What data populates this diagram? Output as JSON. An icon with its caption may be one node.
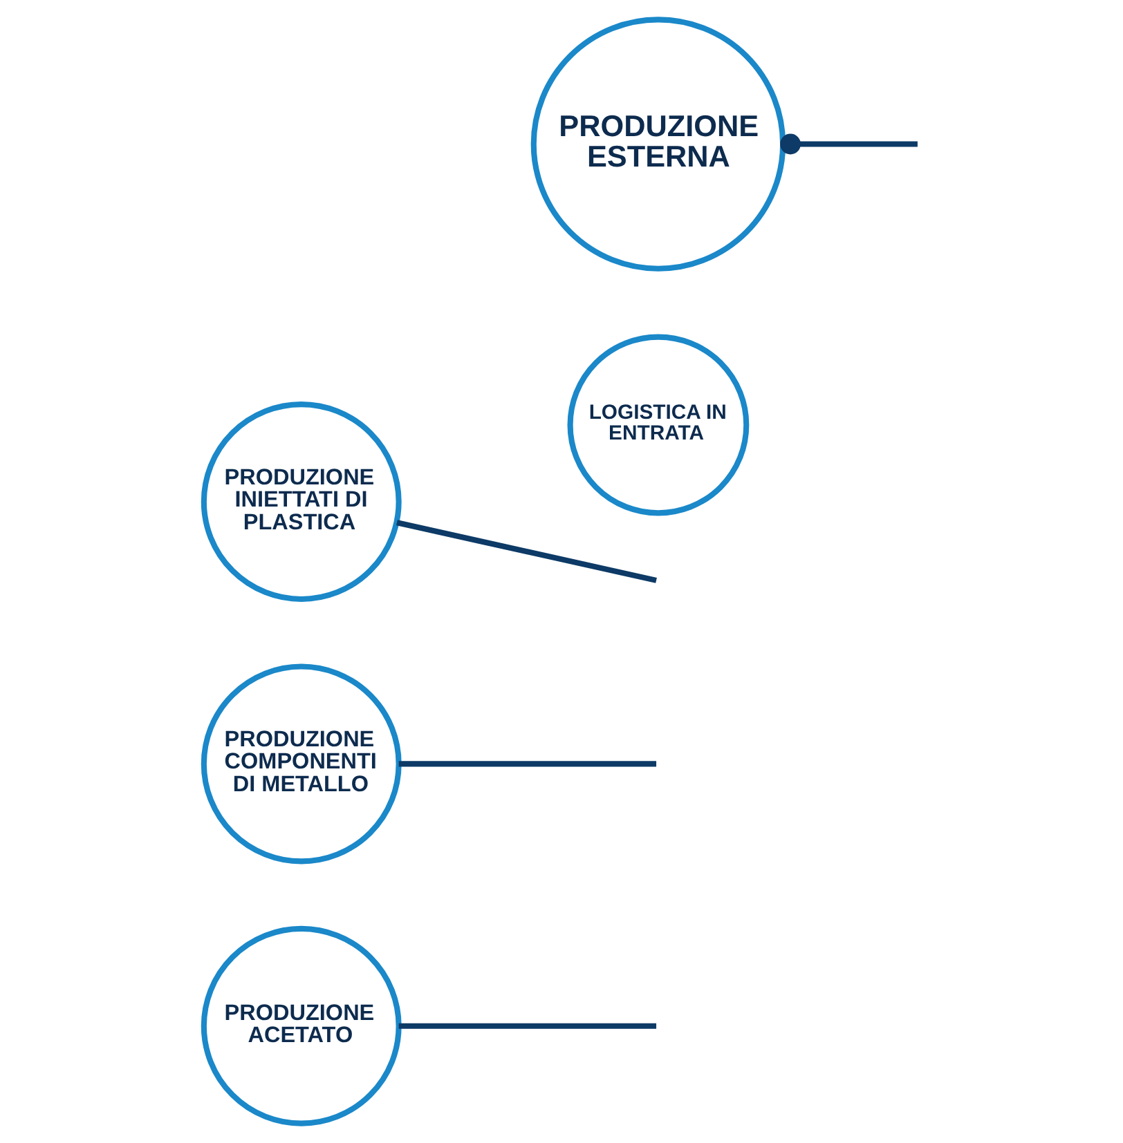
{
  "diagram": {
    "nodes": [
      {
        "text": [
          "PRODUZIONE ACETATO"
        ]
      },
      {
        "text": [
          "PRODUZIONE COMPONENTI DI METALLO"
        ]
      },
      {
        "text": [
          "PRODUZIONE INIETTATI DI PLASTICA"
        ]
      },
      {
        "text": [
          "PRODUZIONE ESTERNA"
        ]
      },
      {
        "text": [
          "LOGISTICA IN ENTRATA"
        ]
      }
    ],
    "edges": [
      {
        "from": 0,
        "to": null,
        "arrow": "none"
      },
      {
        "from": 1,
        "to": null,
        "arrow": "none"
      },
      {
        "from": 2,
        "to": null,
        "arrow": "none"
      },
      {
        "from": 3,
        "to": null,
        "arrow": "other"
      }
    ]
  }
}
